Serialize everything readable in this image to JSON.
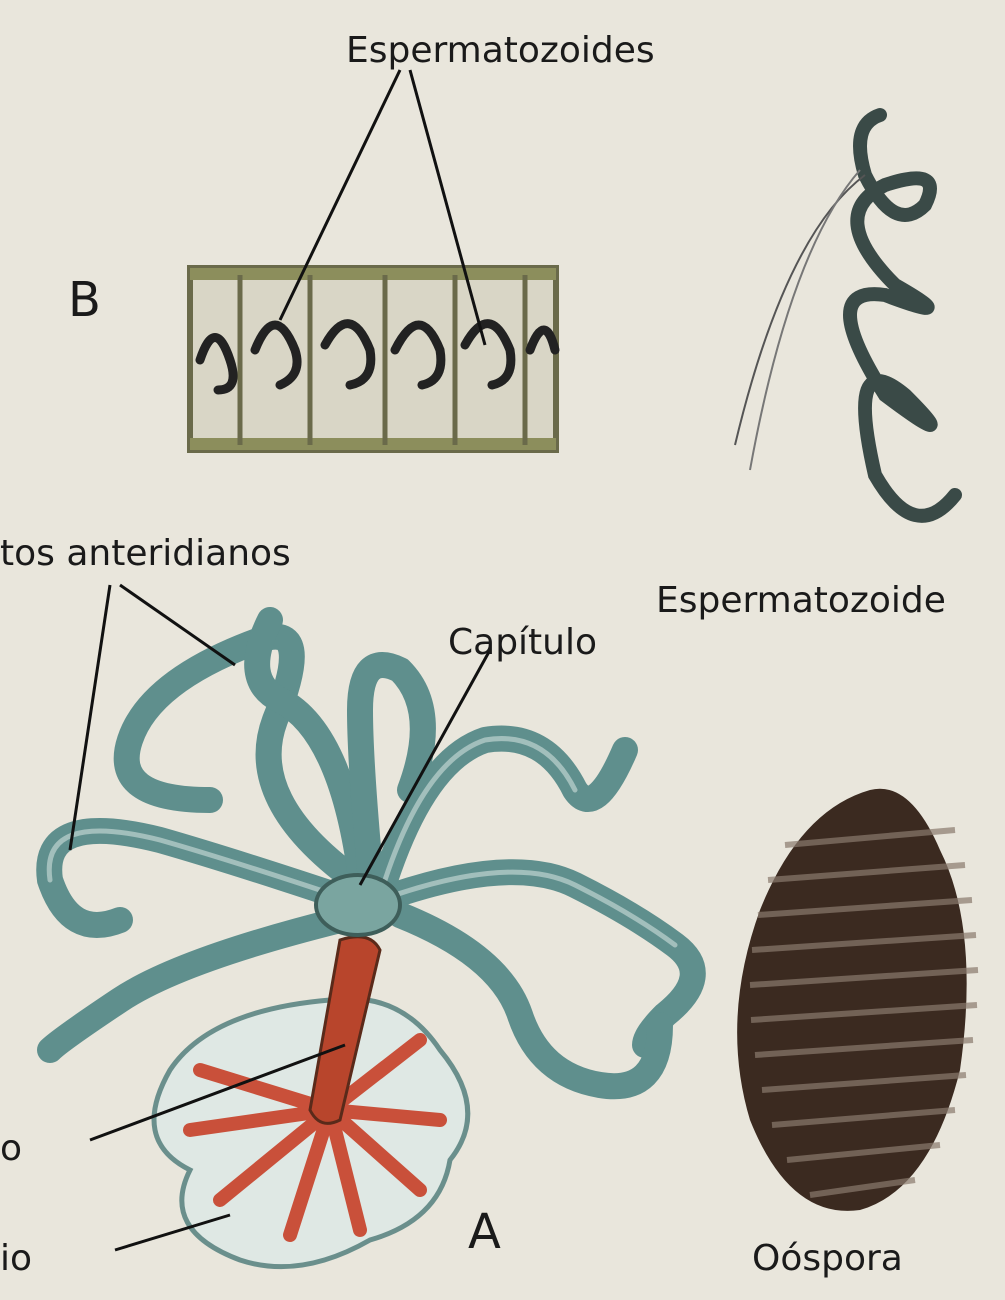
{
  "labels": {
    "espermatozoides": "Espermatozoides",
    "b": "B",
    "filamentos": "tos anteridianos",
    "espermatozoide": "Espermatozoide",
    "capitulo": "Capítulo",
    "a": "A",
    "oospora": "Oóspora",
    "left1": "o",
    "left2": "io"
  },
  "colors": {
    "background": "#e9e6dc",
    "filament": "#5f8f8d",
    "manubrium": "#b8452c",
    "oospore": "#3b2a20"
  }
}
